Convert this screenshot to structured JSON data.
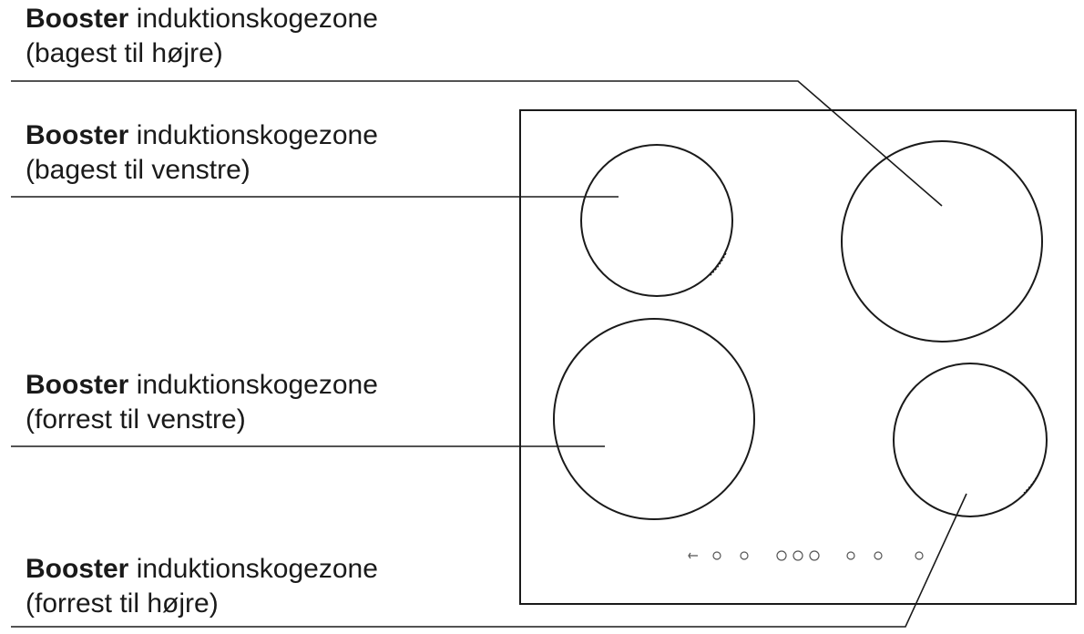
{
  "labels": [
    {
      "id": "rear-right",
      "bold": "Booster",
      "rest": " induktionskogezone",
      "position": "(bagest til højre)"
    },
    {
      "id": "rear-left",
      "bold": "Booster",
      "rest": " induktionskogezone",
      "position": "(bagest til venstre)"
    },
    {
      "id": "front-left",
      "bold": "Booster",
      "rest": " induktionskogezone",
      "position": "(forrest til venstre)"
    },
    {
      "id": "front-right",
      "bold": "Booster",
      "rest": " induktionskogezone",
      "position": "(forrest til højre)"
    }
  ]
}
